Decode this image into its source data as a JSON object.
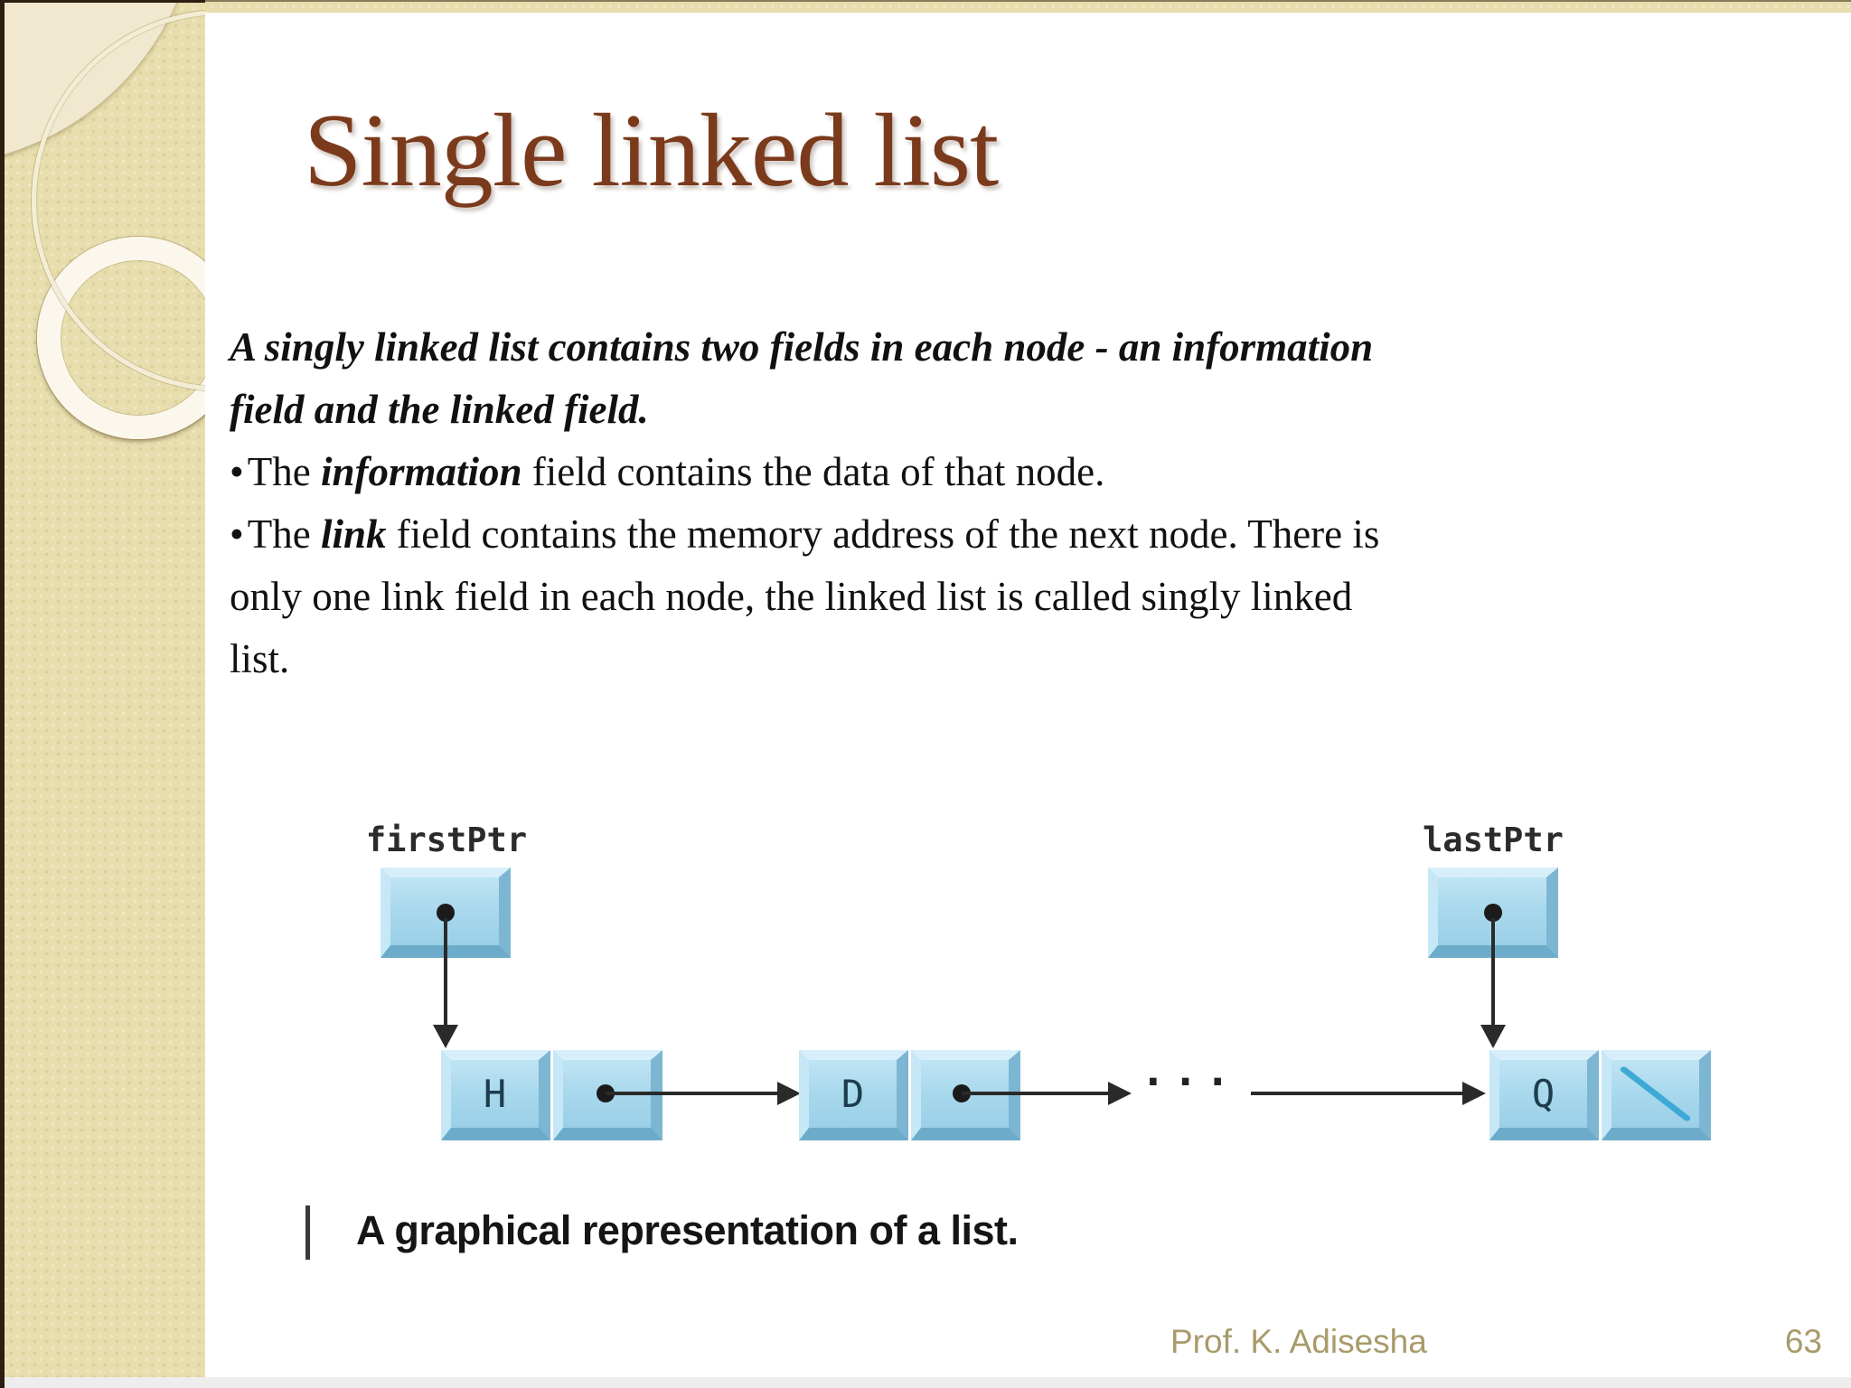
{
  "slide": {
    "title": "Single linked list",
    "lead": "A singly linked list contains two fields in each node - an information field and the linked field.",
    "bullet_char": "•",
    "bullets": [
      {
        "prefix": "The ",
        "emph": "information",
        "suffix": " field contains the data of that node."
      },
      {
        "prefix": "The ",
        "emph": "link",
        "suffix": " field contains the memory address of the next node. There is only one link field in each node, the linked list is called singly linked list."
      }
    ]
  },
  "diagram": {
    "first_ptr_label": "firstPtr",
    "last_ptr_label": "lastPtr",
    "nodes": [
      {
        "letter": "H"
      },
      {
        "letter": "D"
      },
      {
        "letter": "Q"
      }
    ],
    "ellipsis": "...",
    "caption_bar": "|",
    "caption": "A graphical representation of a list."
  },
  "footer": {
    "author": "Prof. K. Adisesha",
    "page_number": "63"
  },
  "colors": {
    "bg": "#ffffff",
    "sidebar": "#e7ddad",
    "sidebar_light": "#f0e8cf",
    "ring": "#fbf7ec",
    "title": "#7b3a1c",
    "text": "#111111",
    "node_fill": "#a9d9ee",
    "node_hi": "#d7effa",
    "node_lo": "#7db6d3",
    "slash": "#3fa9d5",
    "arrow": "#2a2a2a",
    "footer": "#a89b6b",
    "strip_bottom": "#ededed",
    "border_dark": "#2d1e12"
  }
}
